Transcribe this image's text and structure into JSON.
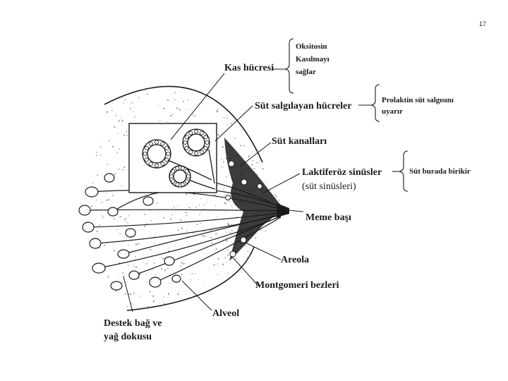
{
  "slide_number": "17",
  "labels": {
    "kas_hucresi": "Kas hücresi",
    "sut_salgilayan": "Süt salgılayan hücreler",
    "sut_kanallari": "Süt kanalları",
    "laktiferoz_line1": "Laktiferöz sinüsler",
    "laktiferoz_line2": "(süt sinüsleri)",
    "meme_basi": "Meme başı",
    "areola": "Areola",
    "montgomeri": "Montgomeri bezleri",
    "alveol": "Alveol",
    "destek_line1": "Destek bağ ve",
    "destek_line2": "yağ dokusu"
  },
  "notes": {
    "oksitosin_line1": "Oksitosin",
    "oksitosin_line2": "Kasılmayı",
    "oksitosin_line3": "sağlar",
    "prolaktin_line1": "Prolaktin süt  salgısını",
    "prolaktin_line2": "uyarır",
    "birikir": "Süt burada birikir"
  },
  "colors": {
    "ink": "#1a1a1a",
    "stipple": "#888888",
    "background": "#ffffff"
  }
}
